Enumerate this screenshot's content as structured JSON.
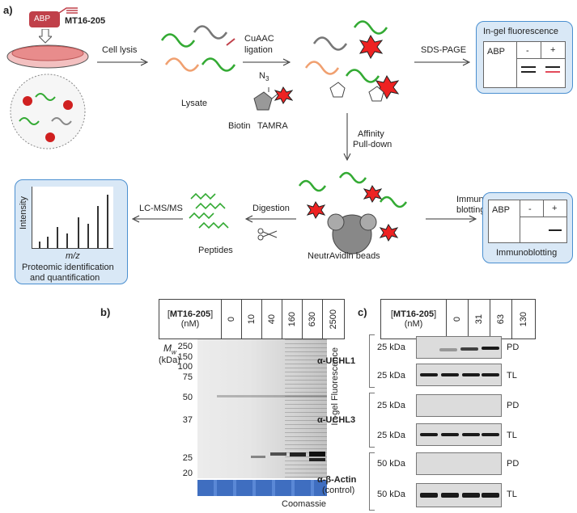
{
  "panel_a": {
    "label": "a)",
    "probe": {
      "tag": "ABP",
      "name": "MT16-205"
    },
    "steps": {
      "cell_lysis": "Cell lysis",
      "lysate": "Lysate",
      "cuaac": "CuAAC",
      "ligation": "ligation",
      "azide": "N",
      "azide_sub": "3",
      "biotin": "Biotin",
      "tamra": "TAMRA",
      "sds_page": "SDS-PAGE",
      "affinity": "Affinity",
      "pulldown": "Pull-down",
      "neutravidin": "NeutrAvidin beads",
      "digestion": "Digestion",
      "peptides": "Peptides",
      "lcms": "LC-MS/MS",
      "immuno1": "Immuno-",
      "immuno2": "blotting"
    },
    "ingel_box": {
      "title": "In-gel fluorescence",
      "abp": "ABP",
      "minus": "-",
      "plus": "+"
    },
    "immuno_box": {
      "title": "Immunoblotting",
      "abp": "ABP",
      "minus": "-",
      "plus": "+"
    },
    "ms_box": {
      "yaxis": "Intensity",
      "xaxis": "m/z",
      "caption1": "Proteomic identification",
      "caption2": "and quantification"
    }
  },
  "panel_b": {
    "label": "b)",
    "header_name": "MT16-205",
    "header_unit": "(nM)",
    "concentrations": [
      "0",
      "10",
      "40",
      "160",
      "630",
      "2500"
    ],
    "mw_label": "M",
    "mw_sub": "w",
    "mw_unit": "(kDa)",
    "markers": [
      "250",
      "150",
      "100",
      "75",
      "50",
      "37",
      "25",
      "20"
    ],
    "side_label": "In-gel Fluorescence",
    "bottom_label": "Coomassie"
  },
  "panel_c": {
    "label": "c)",
    "header_name": "MT16-205",
    "header_unit": "(nM)",
    "concentrations": [
      "0",
      "31",
      "63",
      "130"
    ],
    "groups": [
      {
        "name": "α-UCHL1",
        "sub": "",
        "rows": [
          {
            "kda": "25 kDa",
            "tag": "PD"
          },
          {
            "kda": "25 kDa",
            "tag": "TL"
          }
        ]
      },
      {
        "name": "α-UCHL3",
        "sub": "",
        "rows": [
          {
            "kda": "25 kDa",
            "tag": "PD"
          },
          {
            "kda": "25 kDa",
            "tag": "TL"
          }
        ]
      },
      {
        "name": "α-β-Actin",
        "sub": "(control)",
        "rows": [
          {
            "kda": "50 kDa",
            "tag": "PD"
          },
          {
            "kda": "50 kDa",
            "tag": "TL"
          }
        ]
      }
    ]
  }
}
